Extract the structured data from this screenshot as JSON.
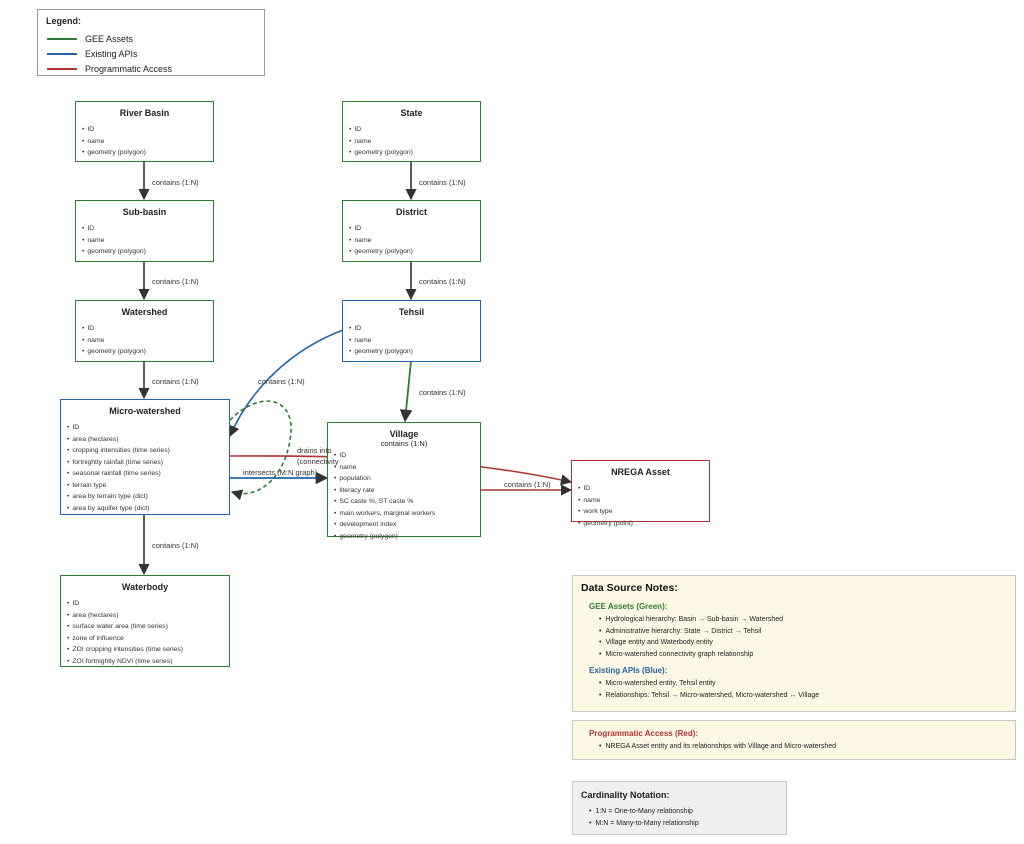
{
  "colors": {
    "gee": "#2e7d32",
    "api": "#2364a8",
    "prog": "#b23232",
    "arrow": "#333333"
  },
  "legend": {
    "title": "Legend:",
    "items": [
      {
        "label": "GEE Assets",
        "color": "#2e7d32"
      },
      {
        "label": "Existing APIs",
        "color": "#2364a8"
      },
      {
        "label": "Programmatic Access",
        "color": "#b23232"
      }
    ]
  },
  "entities": {
    "river_basin": {
      "title": "River Basin",
      "fields": [
        "ID",
        "name",
        "geometry (polygon)"
      ]
    },
    "sub_basin": {
      "title": "Sub-basin",
      "fields": [
        "ID",
        "name",
        "geometry (polygon)"
      ]
    },
    "watershed": {
      "title": "Watershed",
      "fields": [
        "ID",
        "name",
        "geometry (polygon)"
      ]
    },
    "micro_watershed": {
      "title": "Micro-watershed",
      "fields": [
        "ID",
        "area (hectares)",
        "cropping intensities (time series)",
        "fortnightly rainfall (time series)",
        "seasonal rainfall (time series)",
        "terrain type",
        "area by terrain type (dict)",
        "area by aquifer type (dict)"
      ]
    },
    "waterbody": {
      "title": "Waterbody",
      "fields": [
        "ID",
        "area (hectares)",
        "surface water area (time series)",
        "zone of influence",
        "ZOI cropping intensities (time series)",
        "ZOI fortnightly NDVI (time series)"
      ]
    },
    "state": {
      "title": "State",
      "fields": [
        "ID",
        "name",
        "geometry (polygon)"
      ]
    },
    "district": {
      "title": "District",
      "fields": [
        "ID",
        "name",
        "geometry (polygon)"
      ]
    },
    "tehsil": {
      "title": "Tehsil",
      "fields": [
        "ID",
        "name",
        "geometry (polygon)"
      ]
    },
    "village": {
      "title": "Village",
      "subtitle": "contains (1:N)",
      "fields": [
        "ID",
        "name",
        "population",
        "literacy rate",
        "SC caste %, ST caste %",
        "main workers, marginal workers",
        "development index",
        "geometry (polygon)"
      ]
    },
    "nrega_asset": {
      "title": "NREGA Asset",
      "fields": [
        "ID",
        "name",
        "work type",
        "geometry (point)"
      ]
    }
  },
  "edge_labels": {
    "basin_sub": "contains (1:N)",
    "sub_ws": "contains (1:N)",
    "ws_mws": "contains (1:N)",
    "mws_wb": "contains (1:N)",
    "state_dist": "contains (1:N)",
    "dist_teh": "contains (1:N)",
    "teh_vil": "contains (1:N)",
    "teh_mws": "contains (1:N)",
    "drains_into": "drains into",
    "connectivity": "(connectivity",
    "intersects": "intersects (M:N graph)",
    "vil_nrega": "contains (1:N)"
  },
  "notes": {
    "data_source": {
      "title": "Data Source Notes:",
      "gee_head": "GEE Assets (Green):",
      "gee_items": [
        "Hydrological hierarchy: Basin → Sub-basin → Watershed",
        "Administrative hierarchy: State → District → Tehsil",
        "Village entity and Waterbody entity",
        "Micro-watershed connectivity graph relationship"
      ],
      "api_head": "Existing APIs (Blue):",
      "api_items": [
        "Micro-watershed entity, Tehsil entity",
        "Relationships: Tehsil → Micro-watershed, Micro-watershed ↔ Village"
      ]
    },
    "programmatic": {
      "head": "Programmatic Access (Red):",
      "items": [
        "NREGA Asset entity and its relationships with Village and Micro-watershed"
      ]
    },
    "cardinality": {
      "title": "Cardinality Notation:",
      "items": [
        "1:N = One-to-Many relationship",
        "M:N = Many-to-Many relationship"
      ]
    }
  }
}
